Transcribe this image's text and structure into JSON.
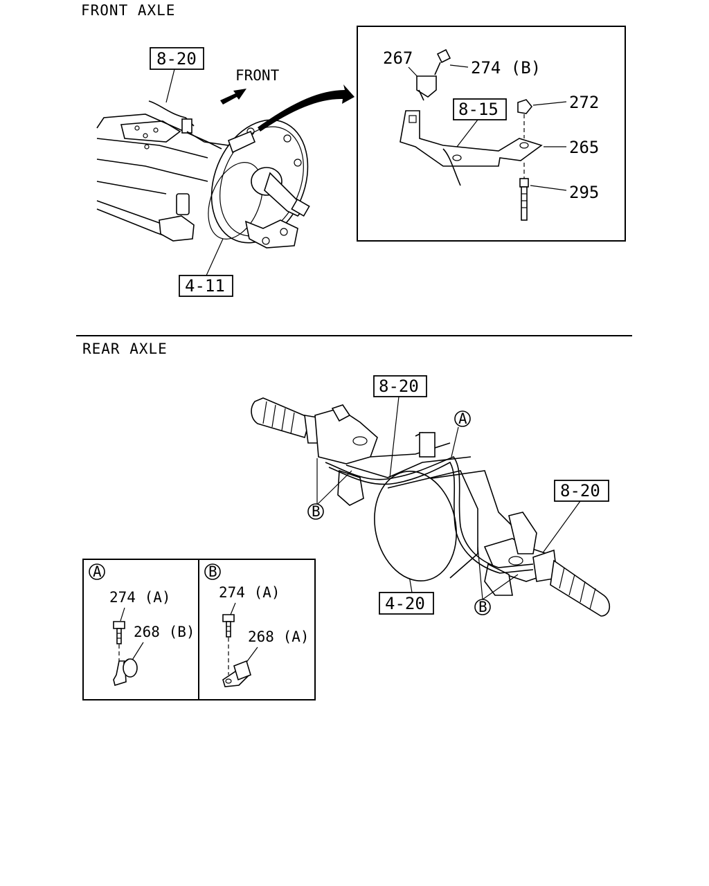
{
  "front_axle": {
    "title": "FRONT AXLE",
    "direction_label": "FRONT",
    "refs": {
      "harness": "8-20",
      "brake": "4-11"
    },
    "detail": {
      "ref_harness": "8-15",
      "parts": {
        "p267": "267",
        "p274b": "274 (B)",
        "p272": "272",
        "p265": "265",
        "p295": "295"
      }
    }
  },
  "rear_axle": {
    "title": "REAR AXLE",
    "refs": {
      "harness_top": "8-20",
      "harness_right": "8-20",
      "axle": "4-20"
    },
    "markers": {
      "a": "A",
      "b": "B"
    }
  },
  "detail_a": {
    "marker": "A",
    "bolt": "274 (A)",
    "clip": "268 (B)"
  },
  "detail_b": {
    "marker": "B",
    "bolt": "274 (A)",
    "clip": "268 (A)"
  }
}
